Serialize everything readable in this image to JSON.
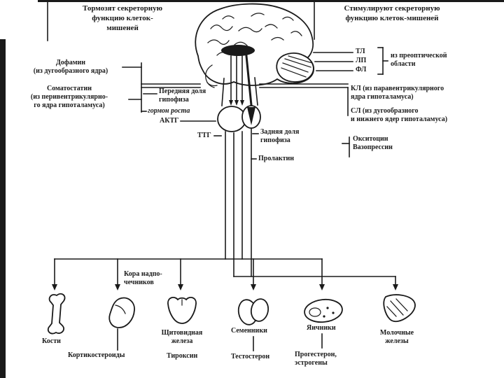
{
  "colors": {
    "ink": "#1a1a1a",
    "paper": "#ffffff"
  },
  "diagram": {
    "titles": {
      "inhibit": "Тормозят секреторную\nфункцию клеток-\nмишеней",
      "stimulate": "Стимулируют секреторную\nфункцию клеток-мишеней"
    },
    "hypothalamic": {
      "dopamine": "Дофамин\n(из дугообразного ядра)",
      "somatostatin": "Соматостатин\n(из перивентрикулярно-\nго ядра гипоталамуса)",
      "tl_lp_fl": "ТЛ\nЛП\nФЛ",
      "preoptic": "из преоптической\nобласти",
      "kl": "КЛ (из паравентрикулярного\nядра гипоталамуса)",
      "sl": "СЛ (из дугообразного\nи нижнего ядер гипоталамуса)"
    },
    "pituitary": {
      "anterior_lobe": "Передняя доля\nгипофиза",
      "posterior_lobe": "Задняя доля\nгипофиза",
      "growth_hormone": "гормон роста",
      "acth": "АКТГ",
      "ttg": "ТТГ",
      "prolactin": "Пролактин",
      "oxytocin_vasopressin": "Окситоцин\nВазопрессин"
    },
    "targets": {
      "bones": "Кости",
      "adrenal_cortex": "Кора надпо-\nчечников",
      "corticosteroids": "Кортикостероиды",
      "thyroid": "Щитовидная\nжелеза",
      "thyroxine": "Тироксин",
      "testes": "Семенники",
      "testosterone": "Тестостерон",
      "ovaries": "Яичники",
      "progesterone_estrogens": "Прогестерон,\nэстрогены",
      "mammary": "Молочные\nжелезы"
    }
  }
}
